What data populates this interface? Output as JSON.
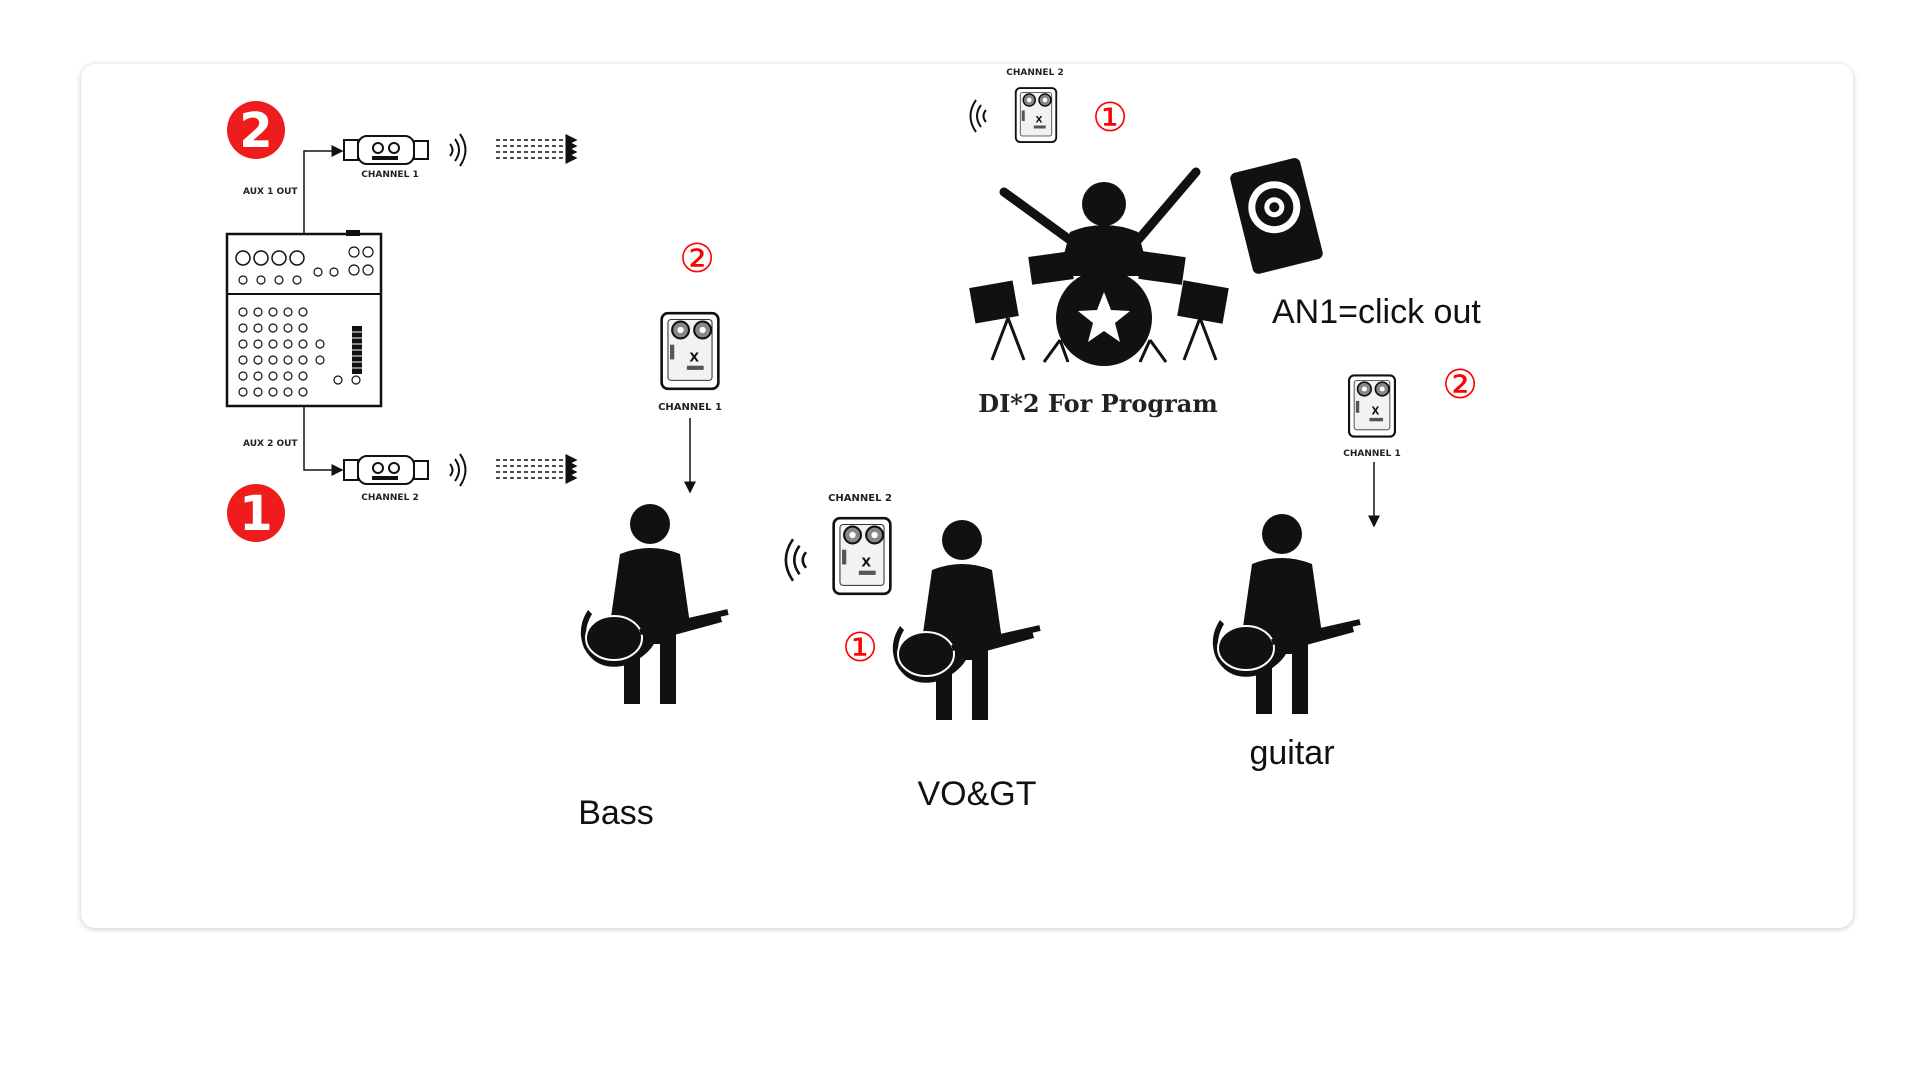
{
  "mixer": {
    "aux1_label": "AUX 1 OUT",
    "aux2_label": "AUX 2 OUT",
    "tx_top_channel": "CHANNEL 1",
    "tx_bottom_channel": "CHANNEL 2",
    "badge_top": "2",
    "badge_bottom": "1"
  },
  "drummer": {
    "receiver_channel": "CHANNEL 2",
    "marker": "①",
    "caption": "DI*2 For Program",
    "speaker_label": "AN1=click out"
  },
  "bass": {
    "receiver_channel": "CHANNEL 1",
    "marker": "②",
    "label": "Bass"
  },
  "vocal": {
    "receiver_channel": "CHANNEL 2",
    "marker": "①",
    "label": "VO&GT"
  },
  "guitar": {
    "receiver_channel": "CHANNEL 1",
    "marker": "②",
    "label": "guitar"
  },
  "receiver_brand": "X",
  "colors": {
    "badge_red": "#ee1c1c",
    "marker_red": "#ff0000",
    "ink": "#111111"
  }
}
